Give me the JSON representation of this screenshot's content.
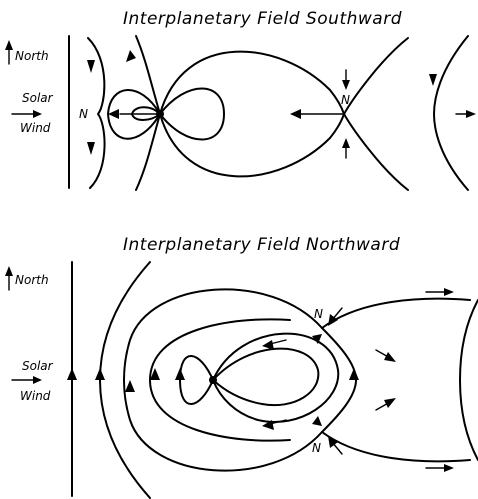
{
  "top_panel": {
    "title": "Interplanetary Field Southward",
    "north_label": "North",
    "solar_label": "Solar",
    "wind_label": "Wind",
    "neutral_point_left": "N",
    "neutral_point_right": "N"
  },
  "bottom_panel": {
    "title": "Interplanetary Field Northward",
    "north_label": "North",
    "solar_label": "Solar",
    "wind_label": "Wind",
    "neutral_point_upper": "N",
    "neutral_point_lower": "N"
  }
}
